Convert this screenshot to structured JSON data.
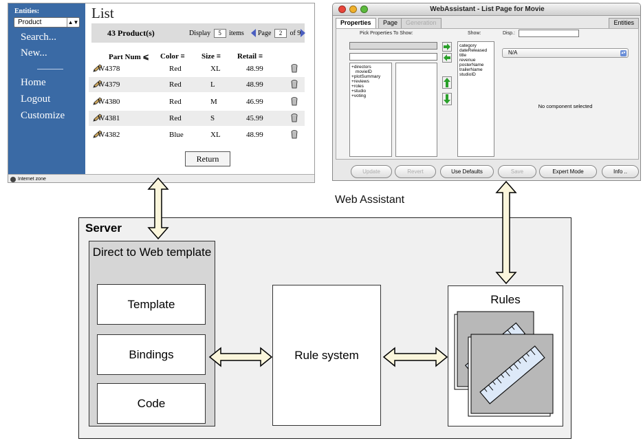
{
  "browser": {
    "sidebar": {
      "entities_label": "Entities:",
      "entity_value": "Product",
      "links": [
        "Search...",
        "New...",
        "Home",
        "Logout",
        "Customize"
      ]
    },
    "list_title": "List",
    "count": "43 Product(s)",
    "display_prefix": "Display",
    "display_value": "5",
    "display_suffix": "items",
    "page_prefix": "Page",
    "page_value": "2",
    "page_suffix": "of 9",
    "columns": [
      "Part Num",
      "Color",
      "Size",
      "Retail"
    ],
    "rows": [
      {
        "part": "W4378",
        "color": "Red",
        "size": "XL",
        "retail": "48.99"
      },
      {
        "part": "W4379",
        "color": "Red",
        "size": "L",
        "retail": "48.99"
      },
      {
        "part": "W4380",
        "color": "Red",
        "size": "M",
        "retail": "46.99"
      },
      {
        "part": "W4381",
        "color": "Red",
        "size": "S",
        "retail": "45.99"
      },
      {
        "part": "W4382",
        "color": "Blue",
        "size": "XL",
        "retail": "48.99"
      }
    ],
    "return_label": "Return",
    "status": "Internet zone"
  },
  "webassistant": {
    "title": "WebAssistant - List Page for Movie",
    "tabs": [
      "Properties",
      "Page",
      "Generation"
    ],
    "entities_tab": "Entities",
    "pick_label": "Pick Properties To Show:",
    "show_label": "Show:",
    "disp_label": "Disp.:",
    "available": [
      "+directors",
      "movieID",
      "+plotSummary",
      "+reviews",
      "+roles",
      "+studio",
      "+voting"
    ],
    "shown": [
      "category",
      "dateReleased",
      "title",
      "revenue",
      "posterName",
      "trailerName",
      "studioID"
    ],
    "component_value": "N/A",
    "no_component": "No component selected",
    "buttons": [
      "Update",
      "Revert",
      "Use Defaults",
      "Save",
      "Expert Mode",
      "Info .."
    ]
  },
  "diagram": {
    "wa_caption": "Web Assistant",
    "server_label": "Server",
    "d2w_title": "Direct to Web template",
    "d2w_parts": [
      "Template",
      "Bindings",
      "Code"
    ],
    "rule_system": "Rule system",
    "rules": "Rules"
  }
}
